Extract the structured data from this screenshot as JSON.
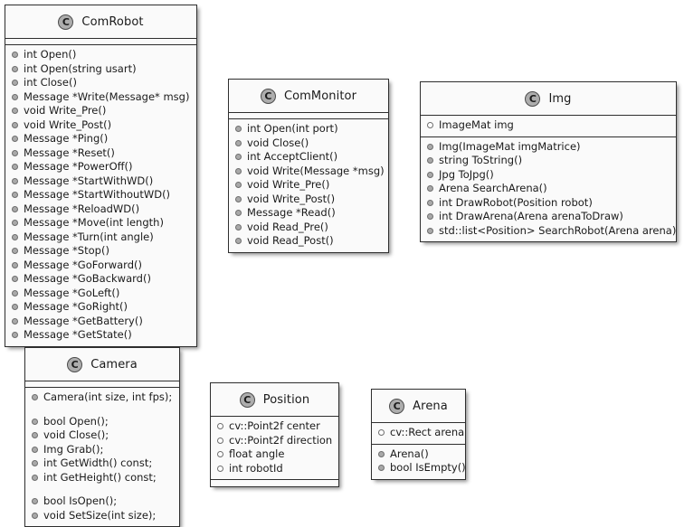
{
  "diagram": {
    "type": "uml-class-diagram",
    "background": "#FFFFFF",
    "box_fill": "#FAFAFA",
    "border_color": "#2E2E2E",
    "text_color": "#1A1A1A",
    "icon_fill": "#ADADAD",
    "class_icon_letter": "C"
  },
  "classes": {
    "comrobot": {
      "name": "ComRobot",
      "icon_letter": "C",
      "attributes": [],
      "methods": [
        "int Open()",
        "int Open(string usart)",
        "int Close()",
        "Message *Write(Message* msg)",
        "void Write_Pre()",
        "void Write_Post()",
        "Message *Ping()",
        "Message *Reset()",
        "Message *PowerOff()",
        "Message *StartWithWD()",
        "Message *StartWithoutWD()",
        "Message *ReloadWD()",
        "Message *Move(int length)",
        "Message *Turn(int angle)",
        "Message *Stop()",
        "Message *GoForward()",
        "Message *GoBackward()",
        "Message *GoLeft()",
        "Message *GoRight()",
        "Message *GetBattery()",
        "Message *GetState()"
      ]
    },
    "commonitor": {
      "name": "ComMonitor",
      "icon_letter": "C",
      "attributes": [],
      "methods": [
        "int Open(int port)",
        "void Close()",
        "int AcceptClient()",
        "void Write(Message *msg)",
        "void Write_Pre()",
        "void Write_Post()",
        "Message *Read()",
        "void Read_Pre()",
        "void Read_Post()"
      ]
    },
    "img": {
      "name": "Img",
      "icon_letter": "C",
      "attributes": [
        "ImageMat img"
      ],
      "methods": [
        "Img(ImageMat imgMatrice)",
        "string ToString()",
        "Jpg ToJpg()",
        "Arena SearchArena()",
        "int DrawRobot(Position robot)",
        "int DrawArena(Arena arenaToDraw)",
        "std::list<Position> SearchRobot(Arena arena)"
      ]
    },
    "camera": {
      "name": "Camera",
      "icon_letter": "C",
      "attributes": [],
      "methods": [
        "Camera(int size, int fps);",
        "",
        "bool Open();",
        "void Close();",
        "Img Grab();",
        "int GetWidth() const;",
        "int GetHeight() const;",
        "",
        "bool IsOpen();",
        "void SetSize(int size);"
      ]
    },
    "position": {
      "name": "Position",
      "icon_letter": "C",
      "attributes": [
        "cv::Point2f center",
        "cv::Point2f direction",
        "float angle",
        "int robotId"
      ],
      "methods": []
    },
    "arena": {
      "name": "Arena",
      "icon_letter": "C",
      "attributes": [
        "cv::Rect arena"
      ],
      "methods": [
        "Arena()",
        "bool IsEmpty()"
      ]
    }
  }
}
